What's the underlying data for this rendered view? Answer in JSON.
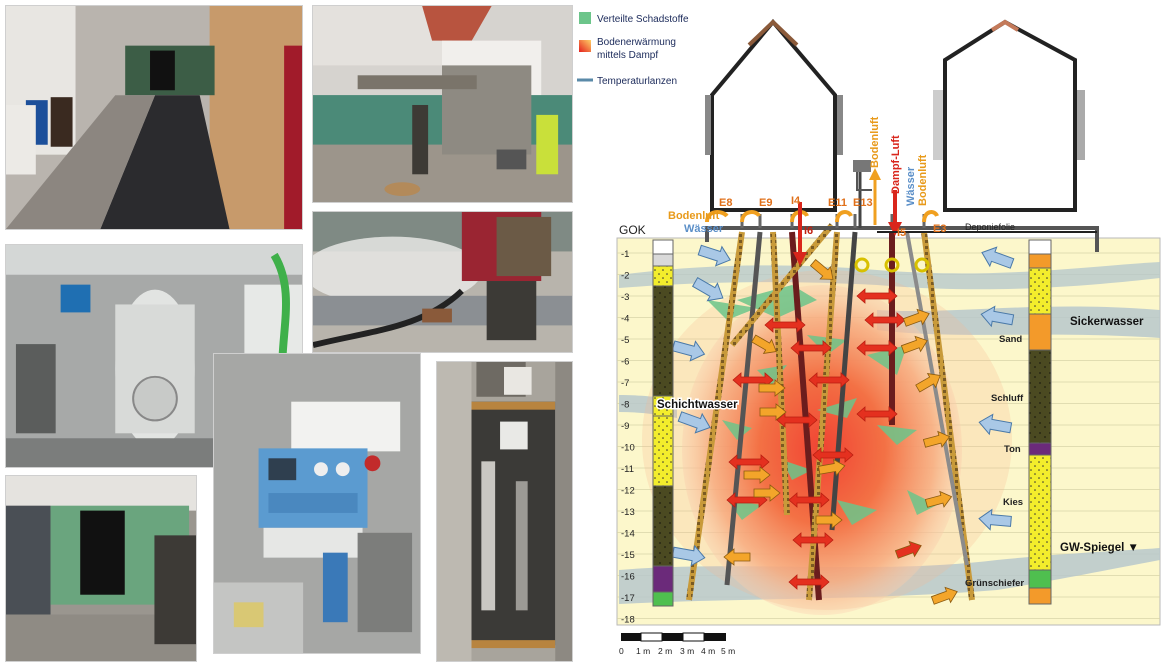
{
  "legend": {
    "items": [
      {
        "label": "Verteilte Schadstoffe",
        "color": "#6cc58a"
      },
      {
        "label": "Bodenerwärmung\nmittels Dampf",
        "color": "#f05a1e"
      },
      {
        "label": "Temperaturlanzen",
        "color": "#5a8aa8"
      }
    ]
  },
  "diagram": {
    "gok_label": "GOK",
    "depth_ticks": [
      "-1",
      "-2",
      "-3",
      "-4",
      "-5",
      "-6",
      "-7",
      "-8",
      "-9",
      "-10",
      "-11",
      "-12",
      "-13",
      "-14",
      "-15",
      "-16",
      "-17",
      "-18"
    ],
    "well_labels": [
      "E8",
      "E9",
      "I4",
      "I6",
      "E11",
      "E13",
      "I5",
      "E3"
    ],
    "top_labels": {
      "bodenluft_left": "Bodenluft",
      "wasser_left": "Wässer",
      "bodenluft_vert": "Bodenluft",
      "dampf_luft": "Dampf-Luft",
      "wasser_vert": "Wässer",
      "bodenluft_right": "Bodenluft",
      "deponiefolie": "Deponiefolie"
    },
    "water_labels": {
      "schichtwasser": "Schichtwasser",
      "sickerwasser": "Sickerwasser",
      "gw_spiegel": "GW-Spiegel ▼"
    },
    "soil_labels": [
      "Sand",
      "Schluff",
      "Ton",
      "Kies",
      "Grünschiefer"
    ],
    "scale": {
      "labels": [
        "0",
        "1 m",
        "2 m",
        "3 m",
        "4 m",
        "5 m"
      ]
    }
  },
  "photos": [
    {
      "name": "alley-photo"
    },
    {
      "name": "drilling-rig-photo"
    },
    {
      "name": "boiler-room-photo"
    },
    {
      "name": "steam-lance-photo"
    },
    {
      "name": "control-cabinet-photo"
    },
    {
      "name": "wellhead-pit-photo"
    },
    {
      "name": "container-photo"
    }
  ]
}
